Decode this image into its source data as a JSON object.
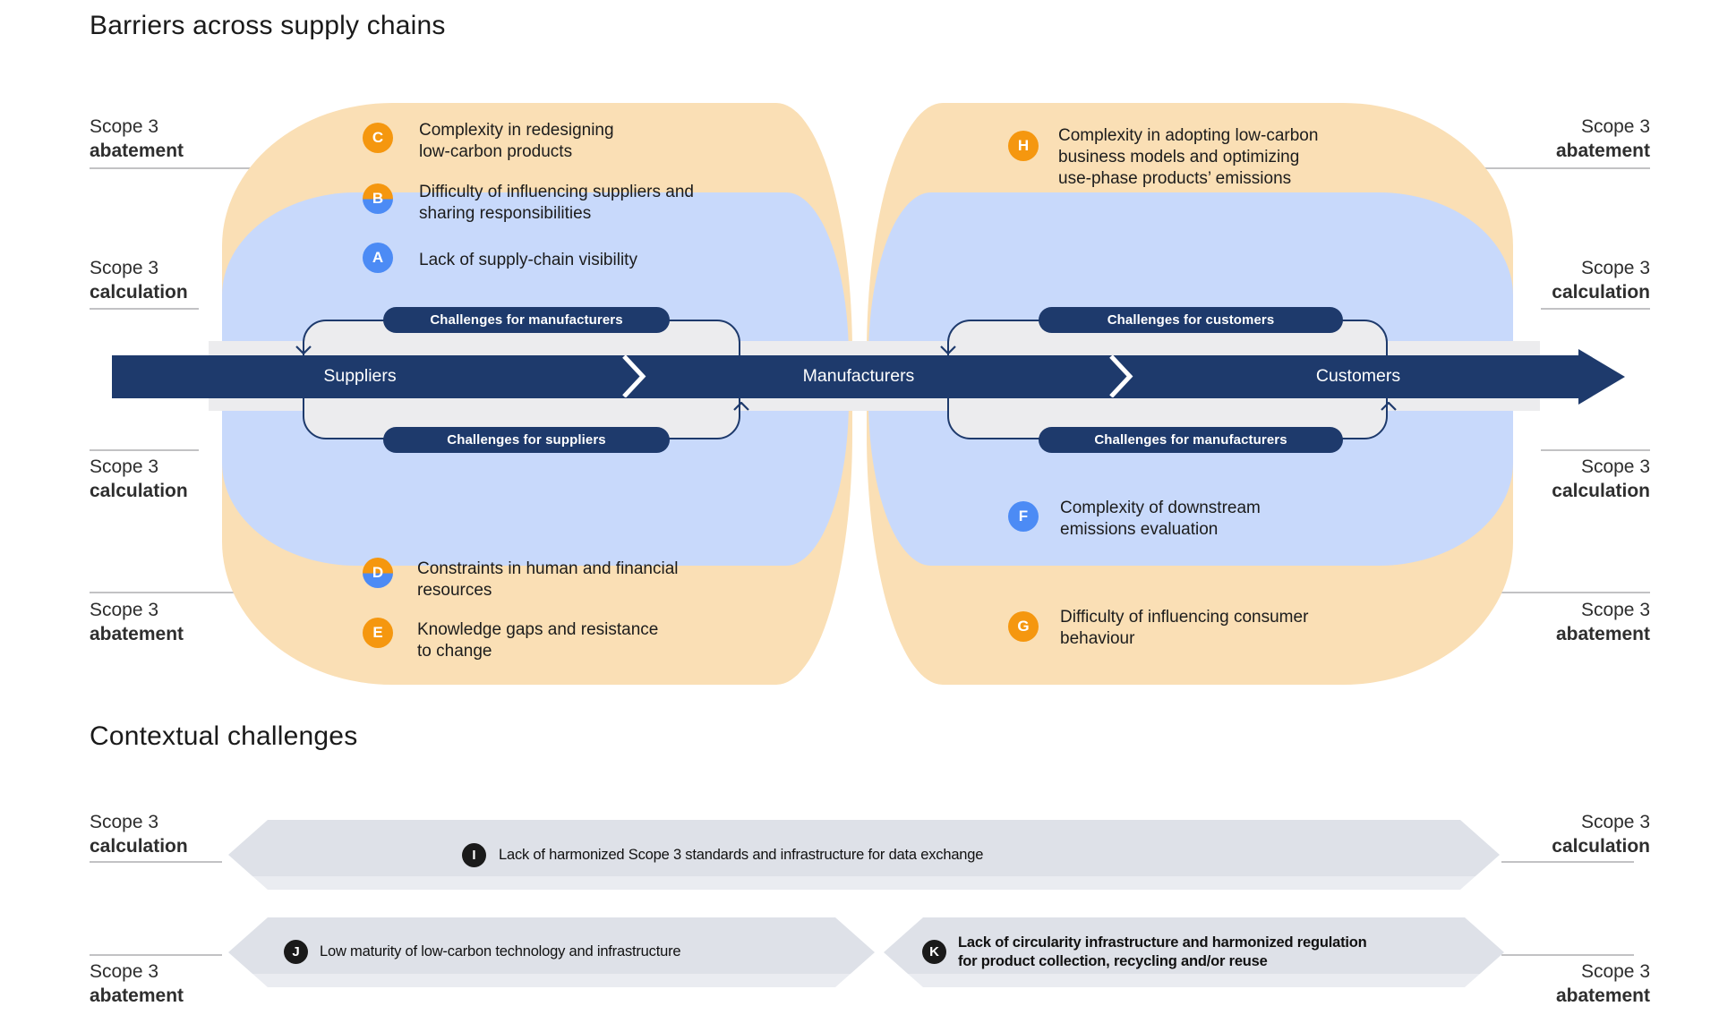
{
  "colors": {
    "navy": "#1e3a6c",
    "orange": "#f5970f",
    "blue": "#4c8bf5",
    "peach": "#fadfb5",
    "light_blue": "#c8d9fb",
    "band_gray": "#ececee",
    "hex_gray": "#dee1e8",
    "hex_gray_light": "#eaecf1",
    "black_circle": "#1a1a1a",
    "rule_gray": "#c2c2c4",
    "text": "#1c1c1c"
  },
  "titles": {
    "main": "Barriers across supply chains",
    "contextual": "Contextual challenges"
  },
  "scope_labels": {
    "abatement": {
      "line1": "Scope 3",
      "line2": "abatement"
    },
    "calculation": {
      "line1": "Scope 3",
      "line2": "calculation"
    }
  },
  "flow": {
    "segments": [
      {
        "label": "Suppliers"
      },
      {
        "label": "Manufacturers"
      },
      {
        "label": "Customers"
      }
    ],
    "pills": {
      "top_left": "Challenges for manufacturers",
      "bottom_left": "Challenges for suppliers",
      "top_right": "Challenges for customers",
      "bottom_right": "Challenges for manufacturers"
    }
  },
  "barriers": [
    {
      "id": "A",
      "color": "blue",
      "text": "Lack of supply-chain visibility"
    },
    {
      "id": "B",
      "color": "split",
      "text": "Difficulty of influencing suppliers and\nsharing responsibilities"
    },
    {
      "id": "C",
      "color": "orange",
      "text": "Complexity in redesigning\nlow-carbon products"
    },
    {
      "id": "D",
      "color": "split",
      "text": "Constraints in human and financial\nresources"
    },
    {
      "id": "E",
      "color": "orange",
      "text": "Knowledge gaps and resistance\nto change"
    },
    {
      "id": "F",
      "color": "blue",
      "text": "Complexity of downstream\nemissions evaluation"
    },
    {
      "id": "G",
      "color": "orange",
      "text": "Difficulty of influencing consumer\nbehaviour"
    },
    {
      "id": "H",
      "color": "orange",
      "text": "Complexity in adopting low-carbon\nbusiness models and optimizing\nuse-phase products’ emissions"
    }
  ],
  "contextual": [
    {
      "id": "I",
      "text": "Lack of harmonized Scope 3 standards and infrastructure for data exchange"
    },
    {
      "id": "J",
      "text": "Low maturity of low-carbon technology and infrastructure"
    },
    {
      "id": "K",
      "text": "Lack of circularity infrastructure and harmonized regulation\nfor product collection, recycling and/or reuse"
    }
  ]
}
